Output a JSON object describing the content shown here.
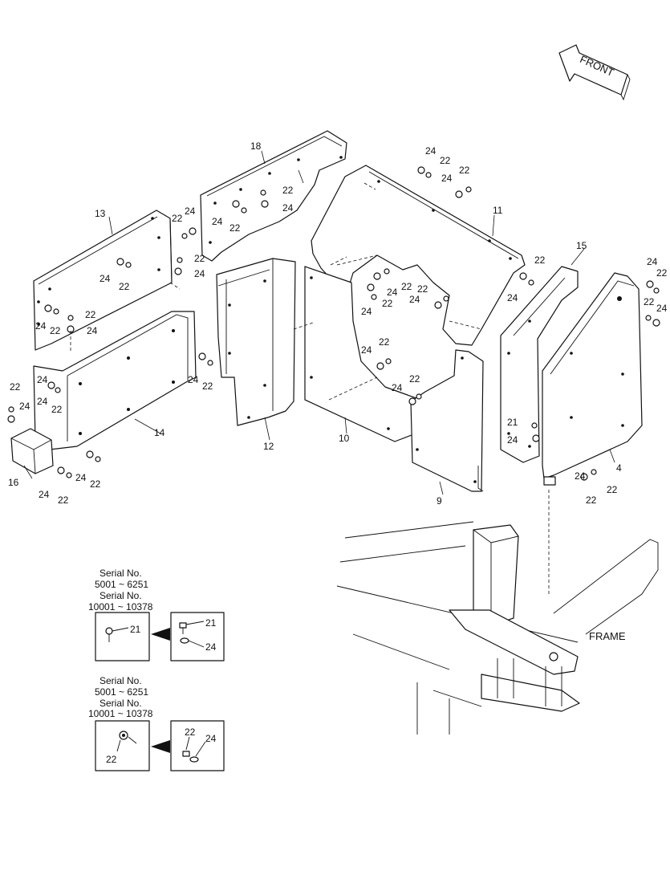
{
  "direction_label": "FRONT",
  "frame_label": "FRAME",
  "callouts": {
    "p4": "4",
    "p9": "9",
    "p10": "10",
    "p11": "11",
    "p12": "12",
    "p13": "13",
    "p14": "14",
    "p15": "15",
    "p16": "16",
    "p18": "18",
    "p21": "21",
    "p22": "22",
    "p24": "24"
  },
  "serial_notes": [
    {
      "lines": [
        "Serial No.",
        "5001 ~ 6251",
        "Serial No.",
        "10001 ~ 10378"
      ],
      "before_parts": [
        "21"
      ],
      "after_parts": [
        "21",
        "24"
      ]
    },
    {
      "lines": [
        "Serial No.",
        "5001 ~ 6251",
        "Serial No.",
        "10001 ~ 10378"
      ],
      "before_parts": [
        "22"
      ],
      "after_parts": [
        "22",
        "24"
      ]
    }
  ]
}
